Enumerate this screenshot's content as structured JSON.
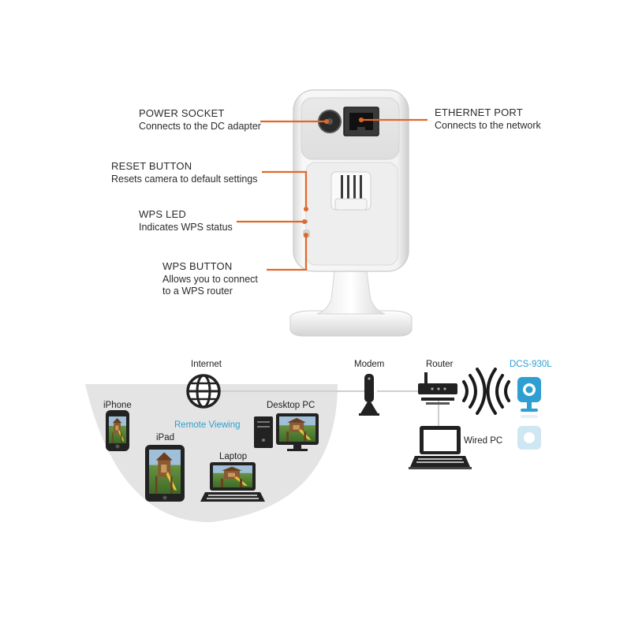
{
  "colors": {
    "callout_line": "#e0692a",
    "accent": "#2e9fd0",
    "text": "#2b2b2b",
    "camera_body": "#f2f2f2",
    "panel_bg": "#e6e6e6"
  },
  "callouts": {
    "power_socket": {
      "title": "POWER SOCKET",
      "desc": "Connects to the DC adapter"
    },
    "ethernet_port": {
      "title": "ETHERNET PORT",
      "desc": "Connects to the network"
    },
    "reset_button": {
      "title": "RESET BUTTON",
      "desc": "Resets camera to default settings"
    },
    "wps_led": {
      "title": "WPS LED",
      "desc": "Indicates WPS status"
    },
    "wps_button": {
      "title": "WPS BUTTON",
      "desc_line1": "Allows you to connect",
      "desc_line2": "to a WPS router"
    }
  },
  "network": {
    "internet": "Internet",
    "remote_viewing": "Remote Viewing",
    "iphone": "iPhone",
    "ipad": "iPad",
    "laptop": "Laptop",
    "desktop_pc": "Desktop PC",
    "modem": "Modem",
    "router": "Router",
    "wired_pc": "Wired PC",
    "camera_model": "DCS-930L"
  },
  "icons": [
    "globe-icon",
    "modem-icon",
    "router-icon",
    "wifi-waves-icon",
    "camera-icon",
    "iphone-icon",
    "ipad-icon",
    "laptop-icon",
    "desktop-pc-icon",
    "wired-pc-laptop-icon"
  ]
}
